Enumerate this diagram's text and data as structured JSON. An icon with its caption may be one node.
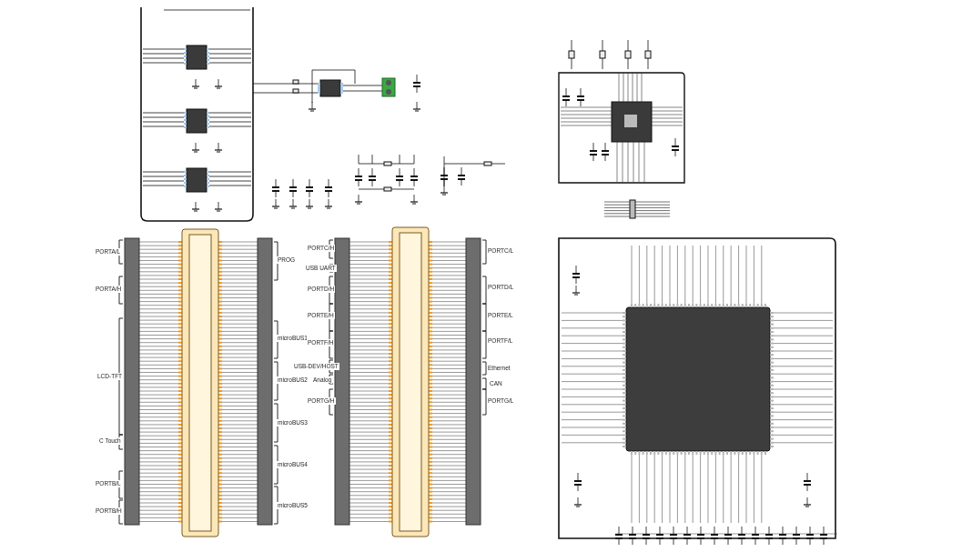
{
  "diagram": {
    "labels": [
      "PORTA/L",
      "PORTA/H",
      "LCD-TFT",
      "C Touch",
      "PORTB/L",
      "PORTB/H",
      "PROG",
      "microBUS1",
      "microBUS2",
      "microBUS3",
      "microBUS4",
      "microBUS5",
      "PORTC/H",
      "USB UART",
      "PORTD/H",
      "PORTE/H",
      "PORTF/H",
      "USB-DEV/HOST",
      "Analog",
      "PORTG/H",
      "PORTC/L",
      "PORTD/L",
      "PORTE/L",
      "PORTF/L",
      "Ethernet",
      "CAN",
      "PORTG/L"
    ]
  }
}
